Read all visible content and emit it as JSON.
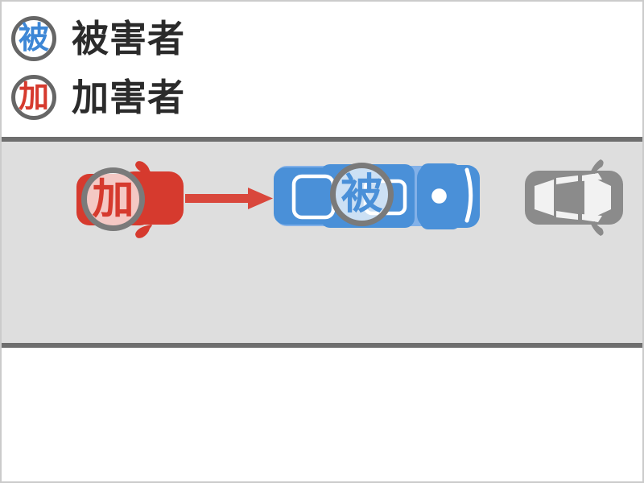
{
  "legend": {
    "items": [
      {
        "badge": "被",
        "badge_color": "#3d87d6",
        "label": "被害者"
      },
      {
        "badge": "加",
        "badge_color": "#d63a2e",
        "label": "加害者"
      }
    ],
    "ring_color": "#666666"
  },
  "diagram": {
    "perpetrator": {
      "badge": "加",
      "car_color": "#d63a2e"
    },
    "movement_arrow": {
      "color": "#d9473c",
      "direction": "right"
    },
    "victim": {
      "badge": "被",
      "vehicle_color": "#4a90d8",
      "vehicle_accent_color": "#83b1e8"
    },
    "other_vehicle": {
      "color": "#8b8b8b",
      "window_color": "#f2f2f2"
    },
    "road": {
      "surface_color": "#dedede",
      "edge_line_color": "#6e6e6e"
    },
    "badge_ring_color": "#7a7a7a"
  }
}
